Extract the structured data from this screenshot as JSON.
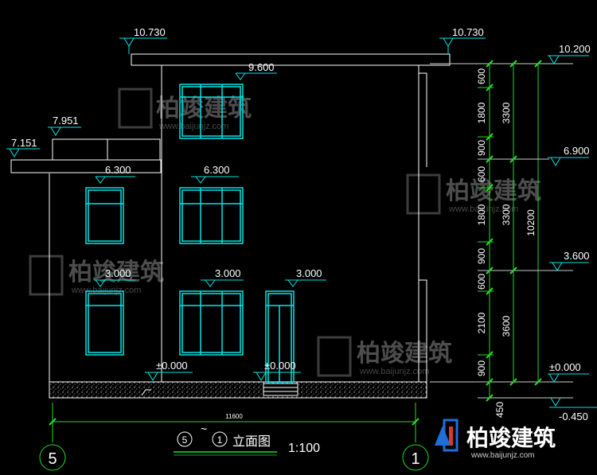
{
  "drawing": {
    "title": "立面图",
    "axis_left": "5",
    "axis_right": "1",
    "scale": "1:100",
    "tilde": "~",
    "overall_dim": "11600"
  },
  "elevations": {
    "roof_left": "10.730",
    "roof_right": "10.730",
    "parapet_top": "10.200",
    "third_floor_window": "9.600",
    "roof_level_3": "6.900",
    "terrace_rail": "7.951",
    "canopy": "7.151",
    "second_left": "6.300",
    "second_mid": "6.300",
    "right_3600": "3.600",
    "first_left": "3.000",
    "first_mid": "3.000",
    "first_door": "3.000",
    "ground_left": "±0.000",
    "ground_mid": "±0.000",
    "ground_right": "±0.000",
    "outdoor": "-0.450"
  },
  "dim_chain_1": [
    "600",
    "1800",
    "900",
    "600",
    "1800",
    "900",
    "600",
    "2100",
    "900",
    "450"
  ],
  "dim_chain_2": [
    "3300",
    "3300",
    "3600"
  ],
  "dim_chain_3": "10200",
  "watermark": {
    "brand": "柏竣建筑",
    "url": "www.baijunjz.com"
  },
  "colors": {
    "line": "#ffffff",
    "window": "#00e5e5",
    "dimension": "#22dd22",
    "marker": "#00e5e5",
    "text": "#ffffff"
  }
}
